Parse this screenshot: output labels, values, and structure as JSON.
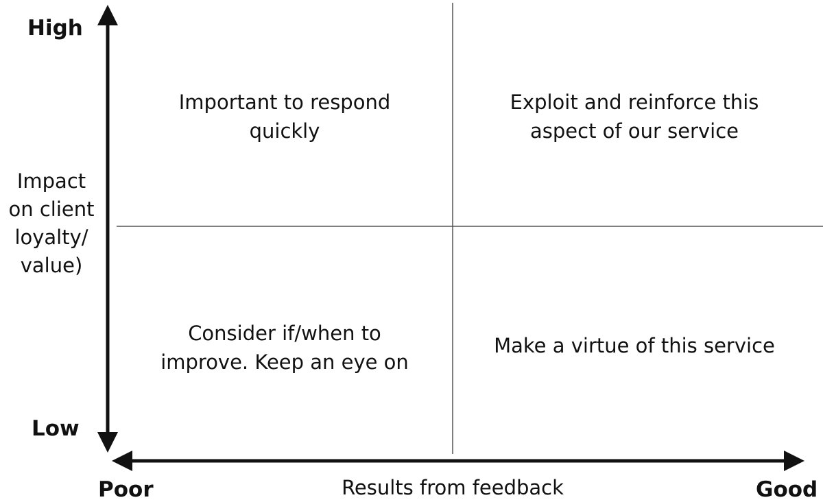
{
  "y_axis": {
    "high_label": "High",
    "low_label": "Low",
    "title_lines": [
      "Impact",
      "on client",
      "loyalty/",
      "value)"
    ]
  },
  "x_axis": {
    "poor_label": "Poor",
    "good_label": "Good",
    "title": "Results from feedback"
  },
  "quadrants": {
    "top_left": [
      "Important to respond",
      "quickly"
    ],
    "top_right": [
      "Exploit and reinforce this",
      "aspect of our service"
    ],
    "bottom_left": [
      "Consider if/when to",
      "improve. Keep an eye on"
    ],
    "bottom_right": [
      "Make a virtue of this service"
    ]
  },
  "colors": {
    "axis": "#111111",
    "divider": "#555555",
    "text": "#111111"
  }
}
